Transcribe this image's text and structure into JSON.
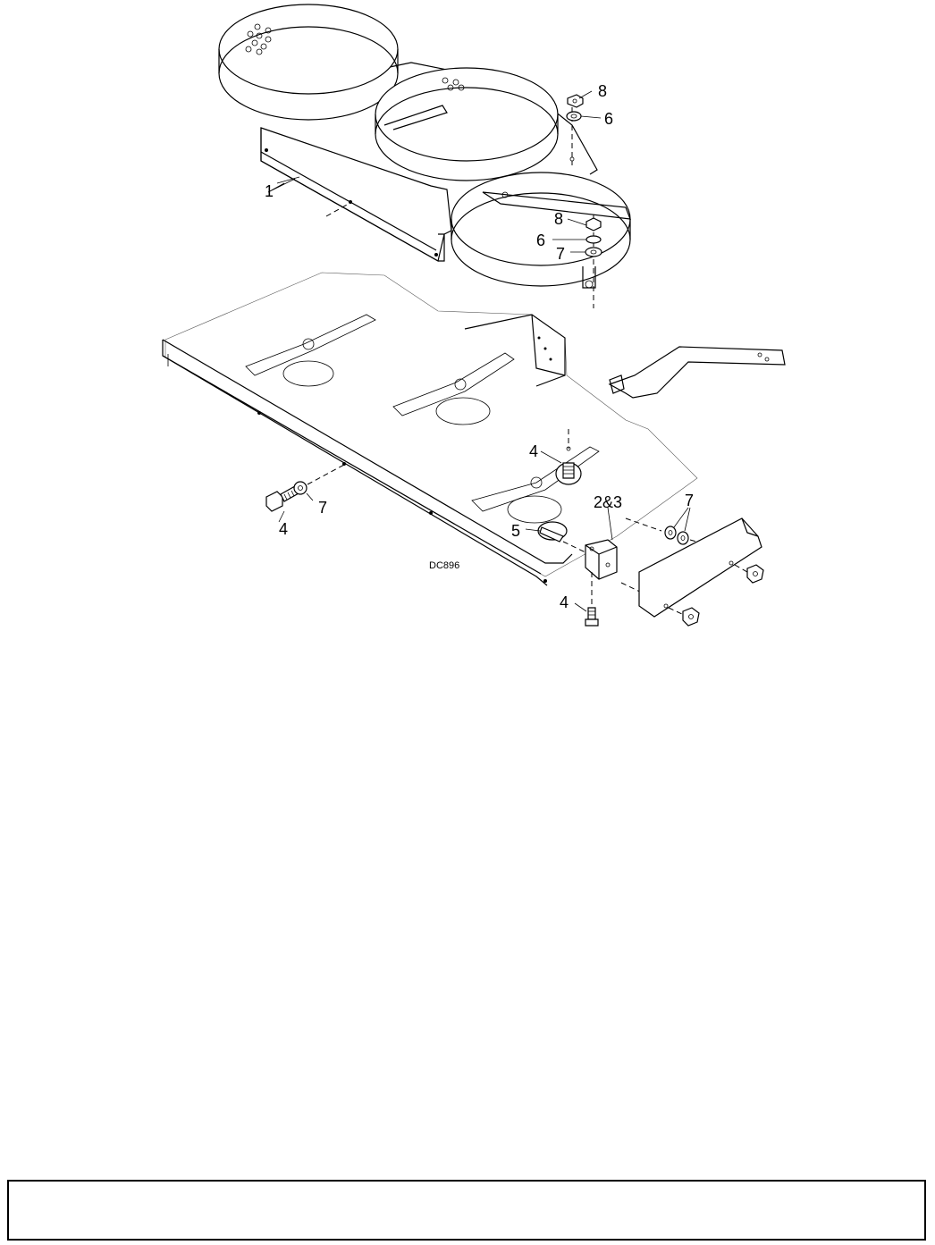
{
  "diagram": {
    "drawing_code": "DC896",
    "callouts": {
      "frame": "1",
      "bracket": "2&3",
      "bolt_left": "4",
      "bolt_center": "4",
      "bolt_bottom": "4",
      "bolt_5": "5",
      "lockwasher_top": "6",
      "lockwasher_mid": "6",
      "washer_left": "7",
      "washer_mid": "7",
      "washer_right": "7",
      "nut_top": "8",
      "nut_mid": "8"
    }
  },
  "footer": {
    "text": ""
  }
}
